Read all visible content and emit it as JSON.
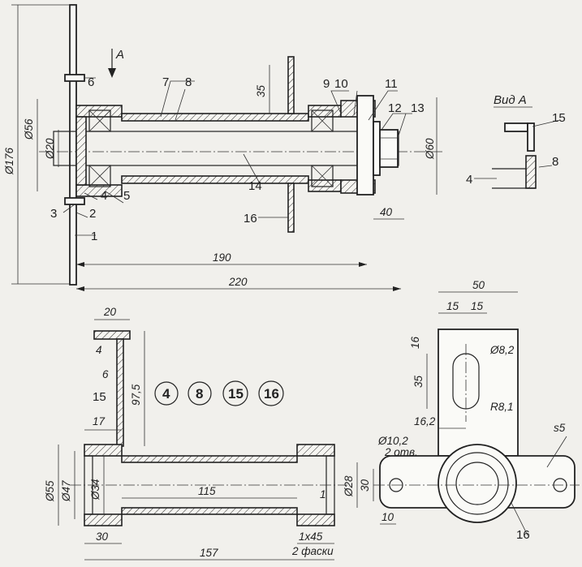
{
  "drawing": {
    "view_a_title": "Вид А",
    "view_arrow_label": "А",
    "part_numbers_main": [
      "1",
      "2",
      "3",
      "4",
      "5",
      "6",
      "7",
      "8",
      "9",
      "10",
      "11",
      "12",
      "13",
      "14",
      "16"
    ],
    "view_a_labels": {
      "p15": "15",
      "p4": "4",
      "p8": "8"
    },
    "part_circles": [
      "4",
      "8",
      "15",
      "16"
    ],
    "detail_labels": {
      "p15": "15",
      "p16": "16",
      "s5": "s5"
    },
    "dims_main": {
      "d176": "Ø176",
      "d56": "Ø56",
      "d20": "Ø20",
      "d60": "Ø60",
      "l35": "35",
      "l40": "40",
      "l190": "190",
      "l220": "220"
    },
    "dims_bottom": {
      "l20": "20",
      "l4": "4",
      "l6": "6",
      "l17": "17",
      "l97": "97,5",
      "d55": "Ø55",
      "d47": "Ø47",
      "d34": "Ø34",
      "l115": "115",
      "l1": "1",
      "d28": "Ø28",
      "l30": "30",
      "l157": "157",
      "ch": "1x45",
      "ch_note": "2 фаски"
    },
    "dims_right": {
      "l50": "50",
      "l15a": "15",
      "l15b": "15",
      "l16": "16",
      "d82": "Ø8,2",
      "l35": "35",
      "r81": "R8,1",
      "l162": "16,2",
      "d102": "Ø10,2",
      "holes": "2 отв.",
      "l30": "30",
      "l10": "10"
    }
  }
}
